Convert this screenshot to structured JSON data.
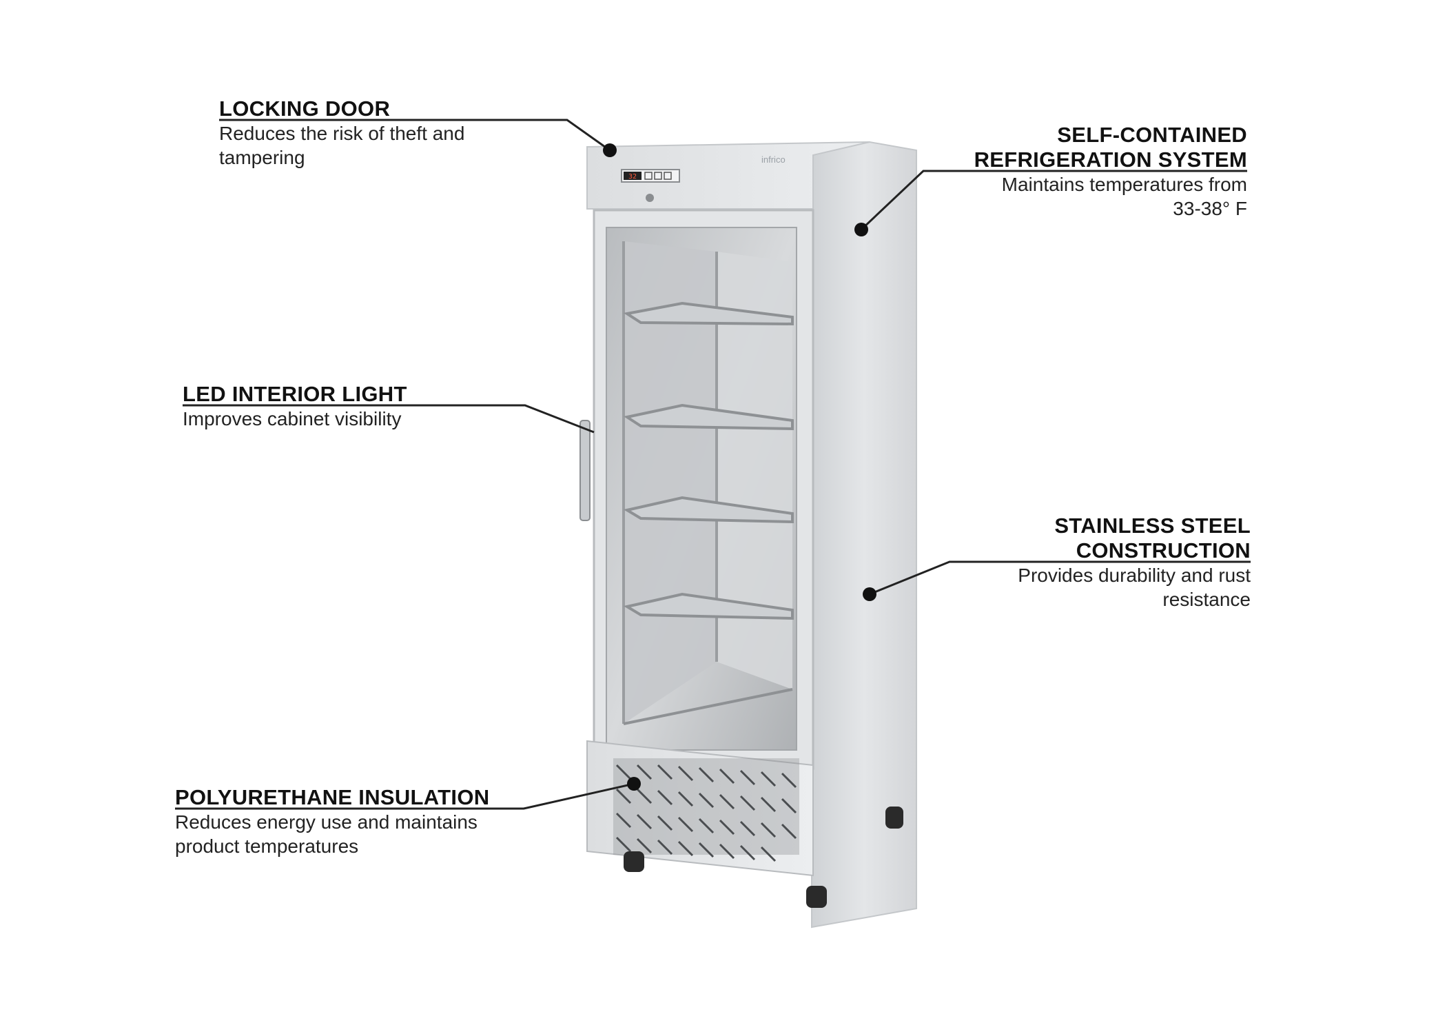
{
  "callouts": {
    "locking_door": {
      "title": "LOCKING DOOR",
      "desc_line1": "Reduces the risk of theft and",
      "desc_line2": "tampering"
    },
    "led_light": {
      "title": "LED INTERIOR LIGHT",
      "desc_line1": "Improves cabinet visibility"
    },
    "insulation": {
      "title": "POLYURETHANE INSULATION",
      "desc_line1": "Reduces energy use and maintains",
      "desc_line2": "product temperatures"
    },
    "refrigeration": {
      "title_line1": "SELF-CONTAINED",
      "title_line2": "REFRIGERATION SYSTEM",
      "desc_line1": "Maintains temperatures from",
      "desc_line2": "33-38° F"
    },
    "stainless": {
      "title_line1": "STAINLESS STEEL",
      "title_line2": "CONSTRUCTION",
      "desc_line1": "Provides durability and rust",
      "desc_line2": "resistance"
    }
  },
  "product": {
    "brand_label": "infrico",
    "display_readout": "32"
  },
  "colors": {
    "steel": "#d4d6d8",
    "steel_dark": "#b8bbbe",
    "interior": "#c9ccce",
    "leader_line": "#222222"
  }
}
